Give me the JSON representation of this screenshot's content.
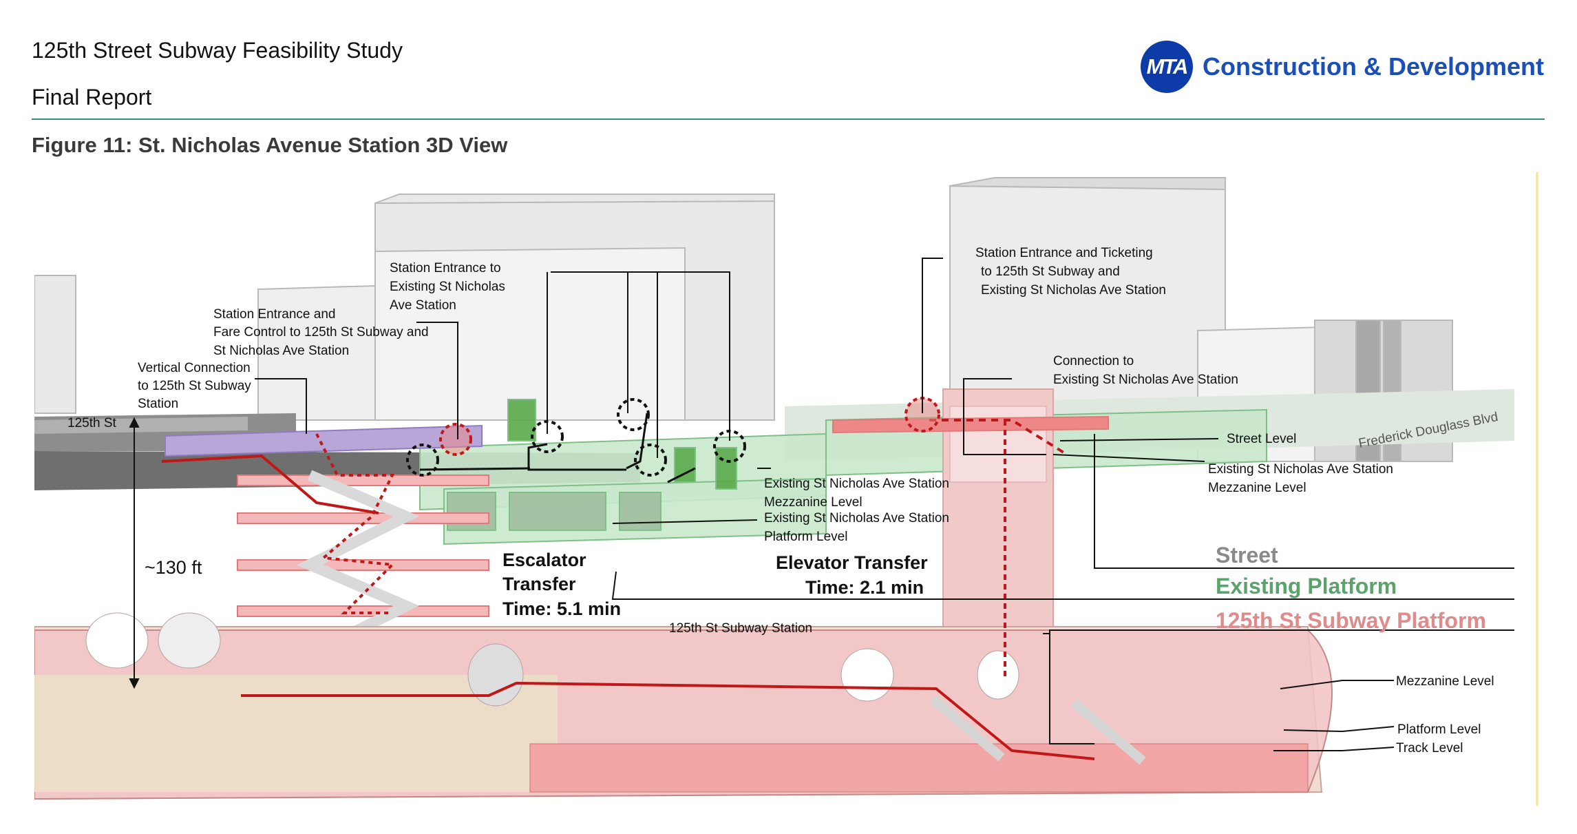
{
  "header": {
    "title": "125th Street Subway Feasibility Study",
    "subtitle": "Final Report",
    "logo_mark": "MTA",
    "logo_text": "Construction & Development"
  },
  "figure": {
    "caption": "Figure 11: St. Nicholas Avenue Station 3D View",
    "labels": {
      "entrance_existing_1": "Station Entrance to",
      "entrance_existing_2": "Existing St Nicholas",
      "entrance_existing_3": "Ave Station",
      "entrance_fare_1": "Station Entrance and",
      "entrance_fare_2": "Fare Control to 125th St Subway and",
      "entrance_fare_3": "St Nicholas Ave Station",
      "vertical_1": "Vertical Connection",
      "vertical_2": "to 125th St Subway",
      "vertical_3": "Station",
      "street_125": "125th St",
      "ticketing_1": "Station Entrance and Ticketing",
      "ticketing_2": "to 125th St Subway and",
      "ticketing_3": "Existing St Nicholas Ave Station",
      "connection_1": "Connection to",
      "connection_2": "Existing St Nicholas Ave Station",
      "street_level": "Street Level",
      "frederick": "Frederick Douglass Blvd",
      "existing_mezz_right_1": "Existing St Nicholas Ave Station",
      "existing_mezz_right_2": "Mezzanine  Level",
      "existing_mezz_center_1": "Existing St Nicholas Ave Station",
      "existing_mezz_center_2": "Mezzanine  Level",
      "existing_plat_1": "Existing St Nicholas Ave Station",
      "existing_plat_2": "Platform Level",
      "height": "~130 ft",
      "escalator_1": "Escalator",
      "escalator_2": "Transfer",
      "escalator_3": "Time: 5.1 min",
      "elevator_1": "Elevator Transfer",
      "elevator_2": "Time: 2.1 min",
      "subway_station": "125th St Subway Station",
      "mezzanine_level": "Mezzanine  Level",
      "platform_level": "Platform Level",
      "track_level": "Track Level"
    },
    "legend": {
      "street": "Street",
      "existing_platform": "Existing Platform",
      "subway_platform": "125th St Subway Platform"
    },
    "colors": {
      "street": "#8a8a8a",
      "existing_platform": "#5aa36a",
      "subway_platform": "#e08b8b",
      "route": "#c01818"
    }
  }
}
